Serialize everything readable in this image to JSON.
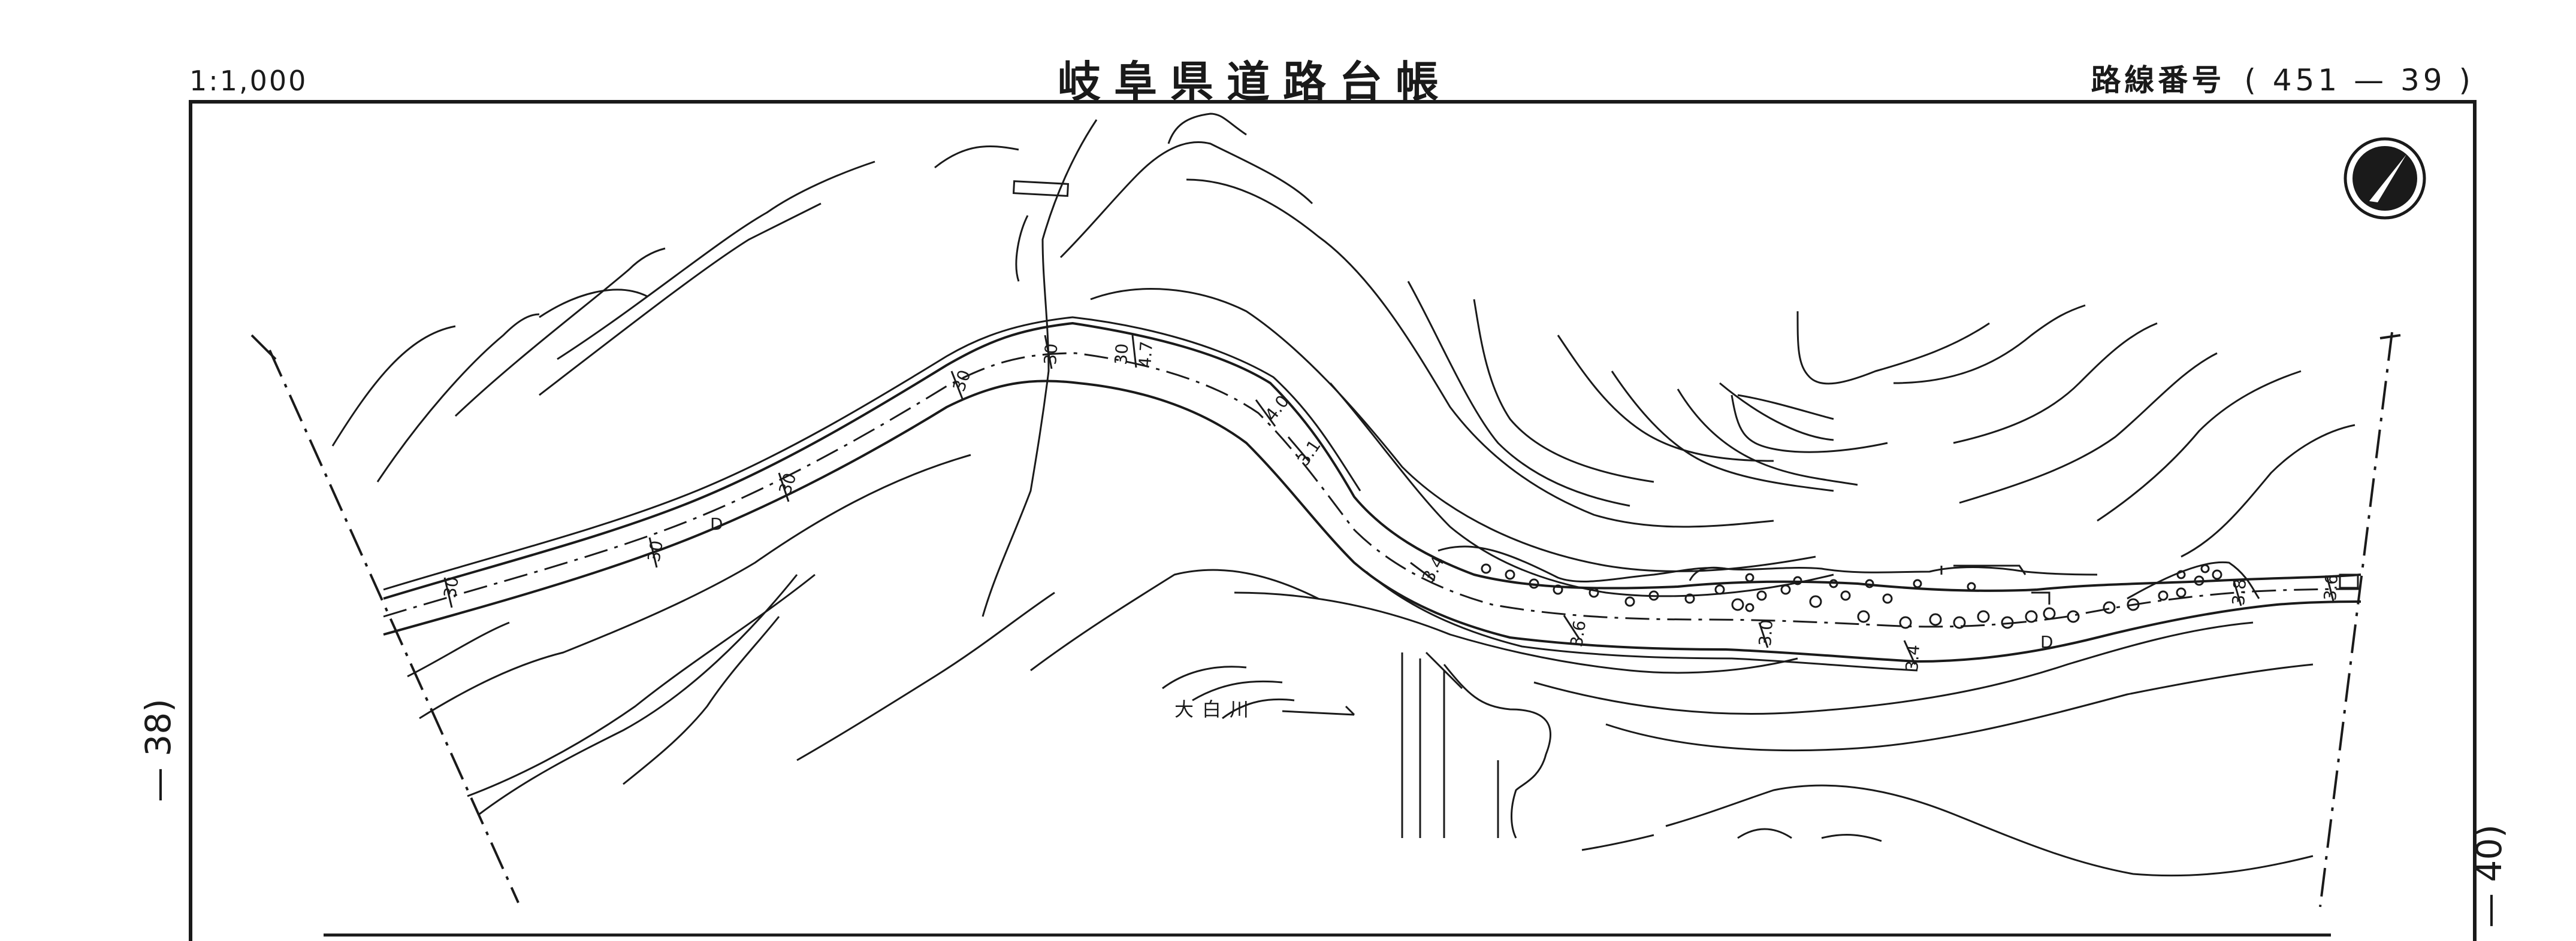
{
  "header": {
    "scale": "1:1,000",
    "title": "岐阜県道路台帳",
    "route_label": "路線番号",
    "route_number": "( 451 —   39 )"
  },
  "adjacent_sheets": {
    "previous": "— 38)",
    "next": "— 40)"
  },
  "map": {
    "road_code_left": "D",
    "road_code_right": "D",
    "river_label": "大白川",
    "width_labels": [
      "30",
      "30",
      "30",
      "30",
      "30",
      "30",
      "4.7",
      "4.0",
      "3.1",
      "3.4",
      "3.6",
      "3.0",
      "3.4",
      "3.8",
      "3.6"
    ],
    "north_arrow": "north-arrow-icon",
    "line_color": "#1a1a1a"
  }
}
